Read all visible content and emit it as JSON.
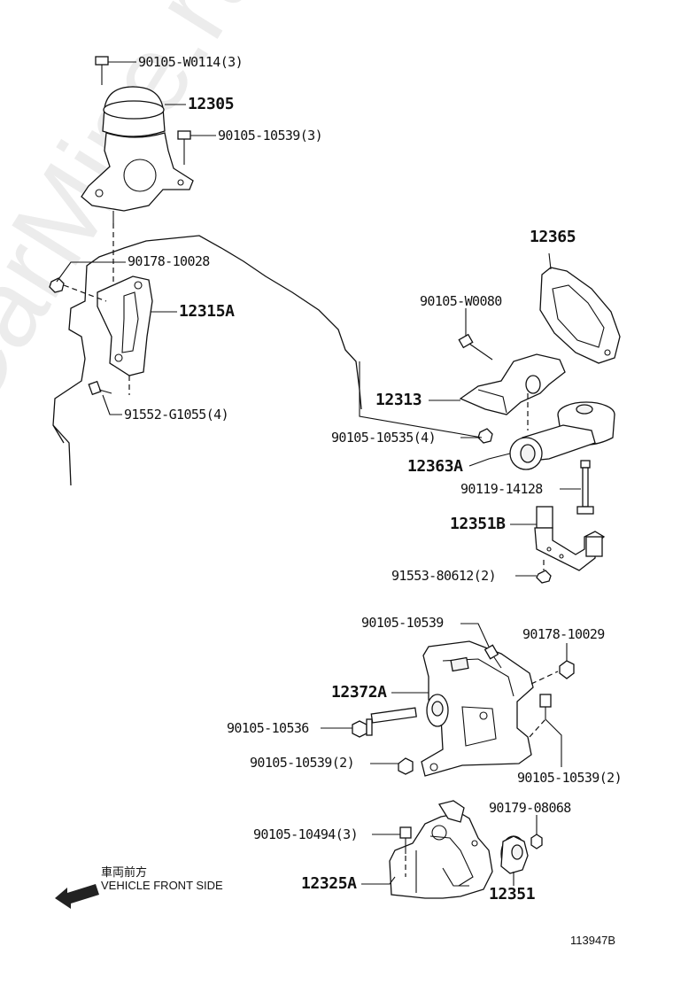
{
  "watermark": "ToyotaCarMine.ru",
  "parts": [
    {
      "id": "p1",
      "label": "90105-W0114(3)",
      "size": "sm"
    },
    {
      "id": "p2",
      "label": "12305",
      "size": "lg"
    },
    {
      "id": "p3",
      "label": "90105-10539(3)",
      "size": "sm"
    },
    {
      "id": "p4",
      "label": "90178-10028",
      "size": "sm"
    },
    {
      "id": "p5",
      "label": "12315A",
      "size": "lg"
    },
    {
      "id": "p6",
      "label": "91552-G1055(4)",
      "size": "sm"
    },
    {
      "id": "p7",
      "label": "12365",
      "size": "lg"
    },
    {
      "id": "p8",
      "label": "90105-W0080",
      "size": "sm"
    },
    {
      "id": "p9",
      "label": "12313",
      "size": "lg"
    },
    {
      "id": "p10",
      "label": "90105-10535(4)",
      "size": "sm"
    },
    {
      "id": "p11",
      "label": "12363A",
      "size": "lg"
    },
    {
      "id": "p12",
      "label": "90119-14128",
      "size": "sm"
    },
    {
      "id": "p13",
      "label": "12351B",
      "size": "lg"
    },
    {
      "id": "p14",
      "label": "91553-80612(2)",
      "size": "sm"
    },
    {
      "id": "p15",
      "label": "90105-10539",
      "size": "sm"
    },
    {
      "id": "p16",
      "label": "90178-10029",
      "size": "sm"
    },
    {
      "id": "p17",
      "label": "12372A",
      "size": "lg"
    },
    {
      "id": "p18",
      "label": "90105-10536",
      "size": "sm"
    },
    {
      "id": "p19",
      "label": "90105-10539(2)",
      "size": "sm"
    },
    {
      "id": "p20",
      "label": "90105-10539(2)",
      "size": "sm"
    },
    {
      "id": "p21",
      "label": "90179-08068",
      "size": "sm"
    },
    {
      "id": "p22",
      "label": "90105-10494(3)",
      "size": "sm"
    },
    {
      "id": "p23",
      "label": "12325A",
      "size": "lg"
    },
    {
      "id": "p24",
      "label": "12351",
      "size": "lg"
    }
  ],
  "front_note": {
    "line1": "車両前方",
    "line2": "VEHICLE FRONT SIDE",
    "icon": "front-direction-arrow-icon"
  },
  "drawing_number": "113947B"
}
